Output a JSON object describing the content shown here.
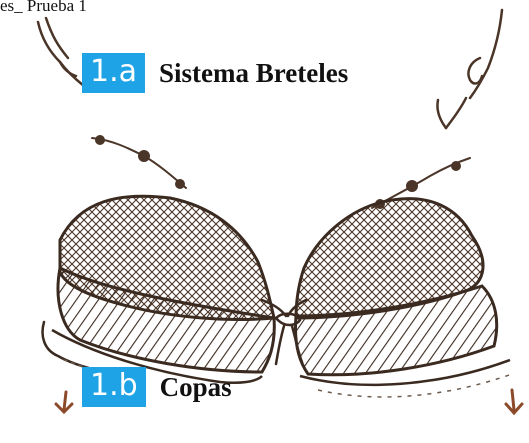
{
  "header": {
    "text": "es_ Prueba 1"
  },
  "labels": [
    {
      "tag": "1.a",
      "text": "Sistema Breteles",
      "color": "#1ea3e6"
    },
    {
      "tag": "1.b",
      "text": "Copas",
      "color": "#1ea3e6"
    }
  ],
  "sketch": {
    "ink_color": "#4a3528"
  }
}
